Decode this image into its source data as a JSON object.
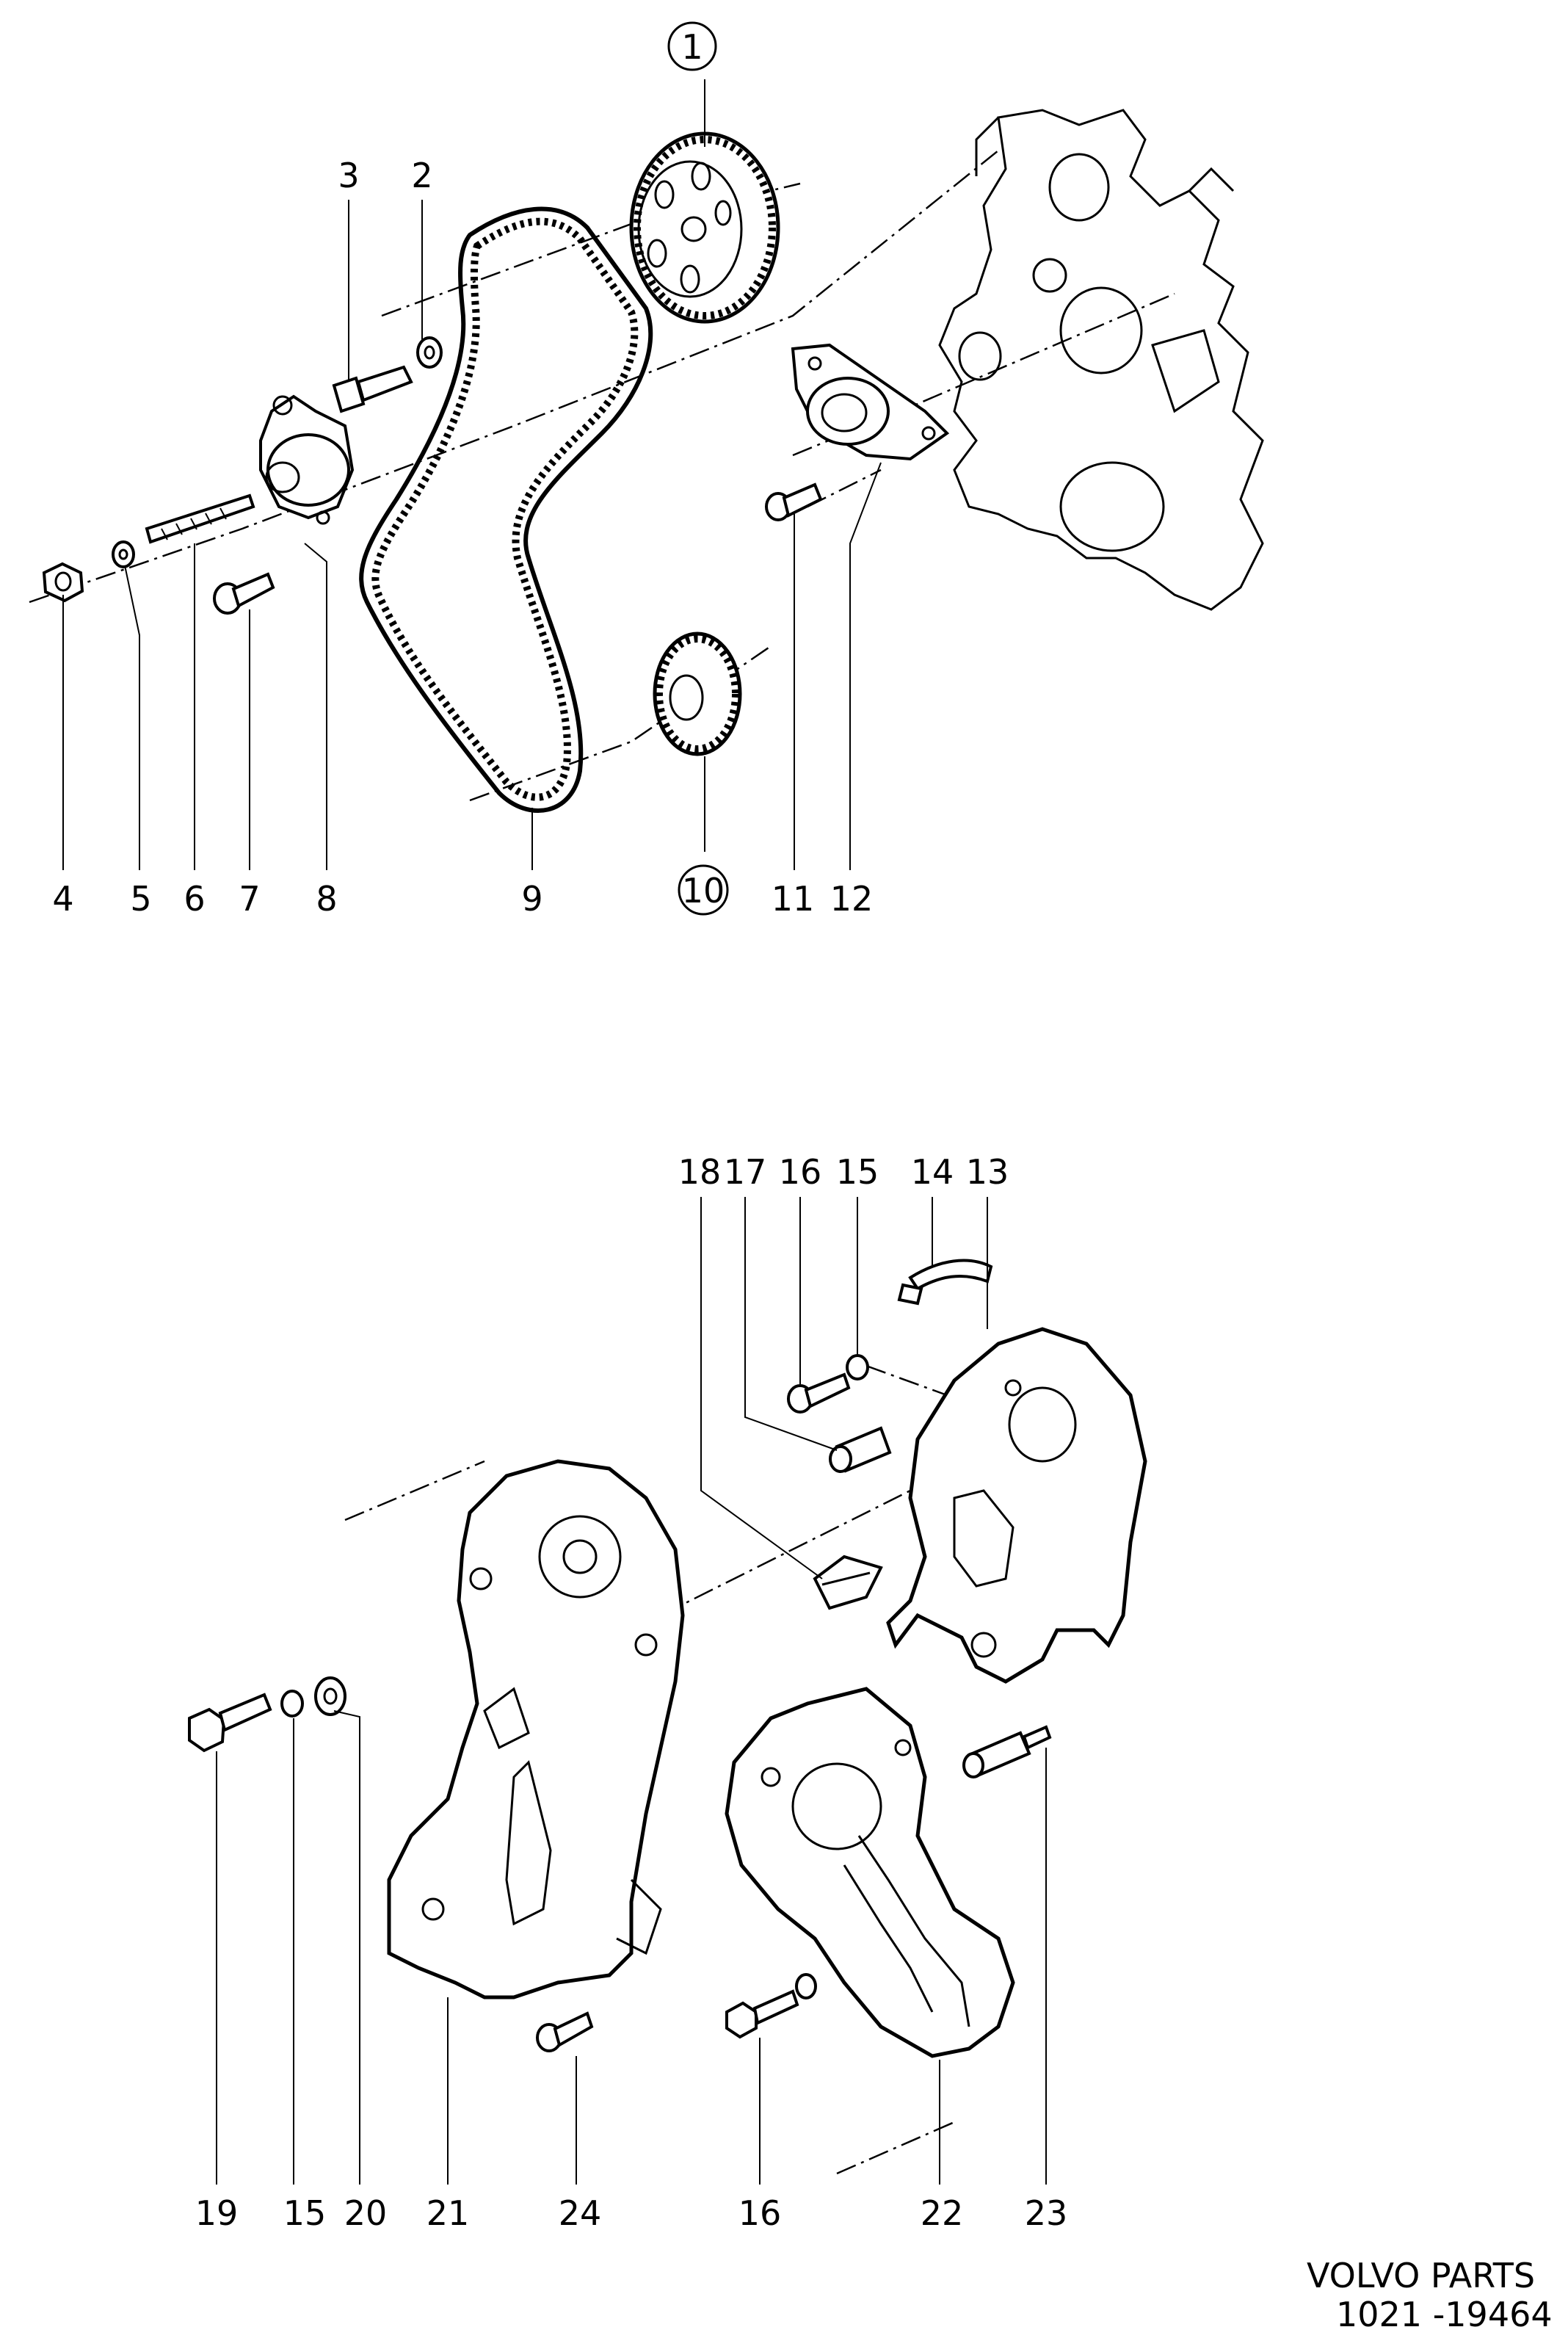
{
  "callouts_top": [
    {
      "id": "c1",
      "text": "1",
      "circled": true
    },
    {
      "id": "c2",
      "text": "2"
    },
    {
      "id": "c3",
      "text": "3"
    },
    {
      "id": "c4",
      "text": "4"
    },
    {
      "id": "c5",
      "text": "5"
    },
    {
      "id": "c6",
      "text": "6"
    },
    {
      "id": "c7",
      "text": "7"
    },
    {
      "id": "c8",
      "text": "8"
    },
    {
      "id": "c9",
      "text": "9"
    },
    {
      "id": "c10",
      "text": "10",
      "circled": true
    },
    {
      "id": "c11",
      "text": "11"
    },
    {
      "id": "c12",
      "text": "12"
    }
  ],
  "callouts_bottom": [
    {
      "id": "c13",
      "text": "13"
    },
    {
      "id": "c14",
      "text": "14"
    },
    {
      "id": "c15a",
      "text": "15"
    },
    {
      "id": "c16a",
      "text": "16"
    },
    {
      "id": "c17",
      "text": "17"
    },
    {
      "id": "c18",
      "text": "18"
    },
    {
      "id": "c19",
      "text": "19"
    },
    {
      "id": "c15b",
      "text": "15"
    },
    {
      "id": "c20",
      "text": "20"
    },
    {
      "id": "c21",
      "text": "21"
    },
    {
      "id": "c24",
      "text": "24"
    },
    {
      "id": "c16b",
      "text": "16"
    },
    {
      "id": "c22",
      "text": "22"
    },
    {
      "id": "c23",
      "text": "23"
    }
  ],
  "footer": {
    "line1": "VOLVO  PARTS",
    "line2": "1021 -19464"
  }
}
